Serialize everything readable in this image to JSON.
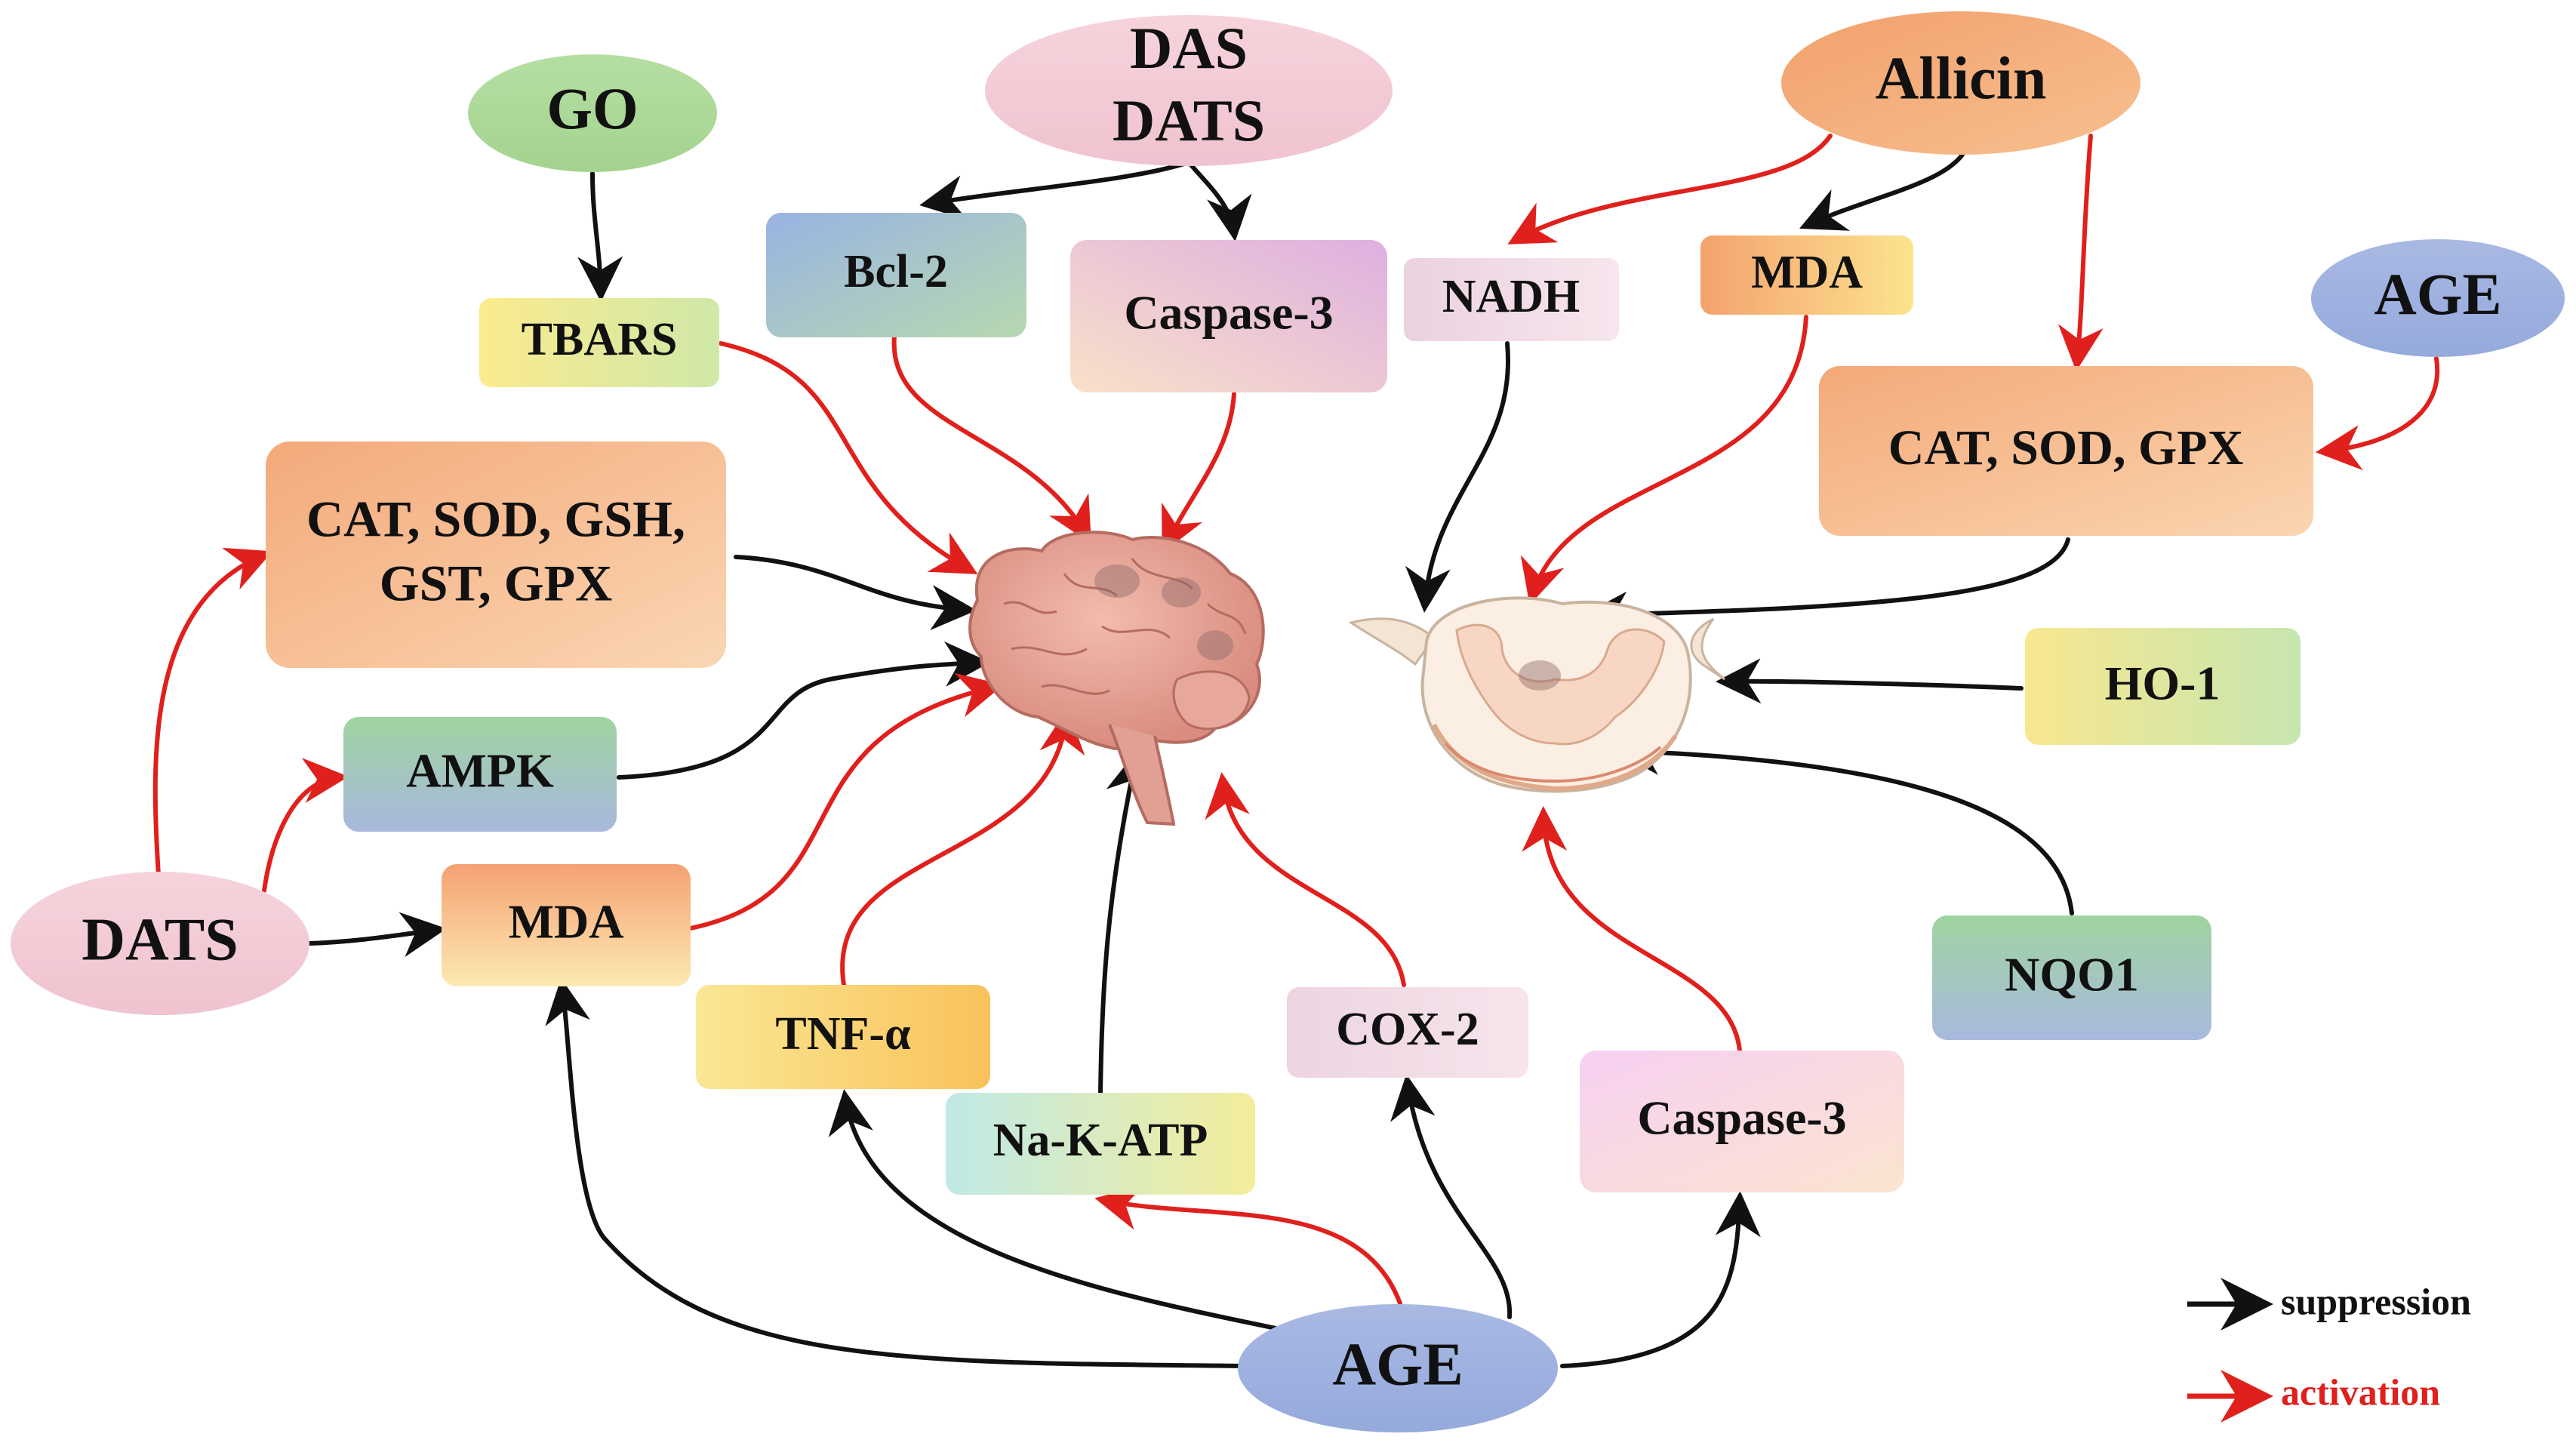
{
  "colors": {
    "suppression": "#111111",
    "activation": "#e0201c"
  },
  "nodes": {
    "go": "GO",
    "das_dats": [
      "DAS",
      "DATS"
    ],
    "allicin": "Allicin",
    "age_right": "AGE",
    "tbars": "TBARS",
    "bcl2": "Bcl-2",
    "caspase3_top": "Caspase-3",
    "nadh": "NADH",
    "mda_top": "MDA",
    "cat_sod_gpx_right": "CAT, SOD, GPX",
    "cat_sod_gsh": [
      "CAT, SOD, GSH,",
      "GST, GPX"
    ],
    "ampk": "AMPK",
    "dats_left": "DATS",
    "mda_left": "MDA",
    "tnf": "TNF-α",
    "na_k_atp": "Na-K-ATP",
    "cox2": "COX-2",
    "caspase3_bottom": "Caspase-3",
    "ho1": "HO-1",
    "nqo1": "NQO1",
    "age_bottom": "AGE"
  },
  "legend": {
    "suppression": "suppression",
    "activation": "activation"
  }
}
